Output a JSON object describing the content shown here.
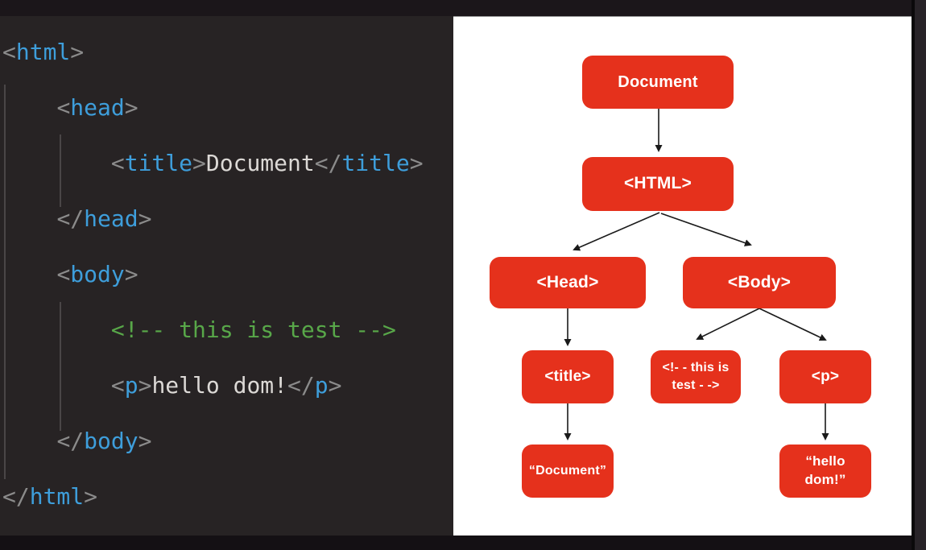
{
  "editor_colors": {
    "editor_bg": "#272324",
    "tag": "#3E9EDB",
    "punct": "#8B8B8B",
    "plain": "#DCD9D6",
    "comment": "#58A749"
  },
  "diagram_colors": {
    "node_fill": "#E5311C",
    "node_text": "#FFFFFF",
    "arrow": "#1A1A1A",
    "canvas": "#FFFFFF"
  },
  "code_panel": {
    "lines": [
      {
        "tokens": [
          {
            "t": "<",
            "c": "punct"
          },
          {
            "t": "html",
            "c": "tag"
          },
          {
            "t": ">",
            "c": "punct"
          }
        ]
      },
      {
        "tokens": [
          {
            "t": "    ",
            "c": "plain"
          },
          {
            "t": "<",
            "c": "punct"
          },
          {
            "t": "head",
            "c": "tag"
          },
          {
            "t": ">",
            "c": "punct"
          }
        ]
      },
      {
        "tokens": [
          {
            "t": "        ",
            "c": "plain"
          },
          {
            "t": "<",
            "c": "punct"
          },
          {
            "t": "title",
            "c": "tag"
          },
          {
            "t": ">",
            "c": "punct"
          },
          {
            "t": "Document",
            "c": "plain"
          },
          {
            "t": "</",
            "c": "punct"
          },
          {
            "t": "title",
            "c": "tag"
          },
          {
            "t": ">",
            "c": "punct"
          }
        ]
      },
      {
        "tokens": [
          {
            "t": "    ",
            "c": "plain"
          },
          {
            "t": "</",
            "c": "punct"
          },
          {
            "t": "head",
            "c": "tag"
          },
          {
            "t": ">",
            "c": "punct"
          }
        ]
      },
      {
        "tokens": [
          {
            "t": "    ",
            "c": "plain"
          },
          {
            "t": "<",
            "c": "punct"
          },
          {
            "t": "body",
            "c": "tag"
          },
          {
            "t": ">",
            "c": "punct"
          }
        ]
      },
      {
        "tokens": [
          {
            "t": "        ",
            "c": "plain"
          },
          {
            "t": "<!-- this is test -->",
            "c": "comment"
          }
        ]
      },
      {
        "tokens": [
          {
            "t": "        ",
            "c": "plain"
          },
          {
            "t": "<",
            "c": "punct"
          },
          {
            "t": "p",
            "c": "tag"
          },
          {
            "t": ">",
            "c": "punct"
          },
          {
            "t": "hello dom!",
            "c": "plain"
          },
          {
            "t": "</",
            "c": "punct"
          },
          {
            "t": "p",
            "c": "tag"
          },
          {
            "t": ">",
            "c": "punct"
          }
        ]
      },
      {
        "tokens": [
          {
            "t": "    ",
            "c": "plain"
          },
          {
            "t": "</",
            "c": "punct"
          },
          {
            "t": "body",
            "c": "tag"
          },
          {
            "t": ">",
            "c": "punct"
          }
        ]
      },
      {
        "tokens": [
          {
            "t": "</",
            "c": "punct"
          },
          {
            "t": "html",
            "c": "tag"
          },
          {
            "t": ">",
            "c": "punct"
          }
        ]
      }
    ]
  },
  "diagram": {
    "nodes": {
      "document": {
        "label": "Document"
      },
      "html": {
        "label": "<HTML>"
      },
      "head": {
        "label": "<Head>"
      },
      "body": {
        "label": "<Body>"
      },
      "title": {
        "label": "<title>"
      },
      "comment": {
        "line1": "<!- - this is",
        "line2": "test - ->"
      },
      "p": {
        "label": "<p>"
      },
      "title_text": {
        "label": "“Document”"
      },
      "p_text": {
        "line1": "“hello",
        "line2": "dom!”"
      }
    }
  }
}
